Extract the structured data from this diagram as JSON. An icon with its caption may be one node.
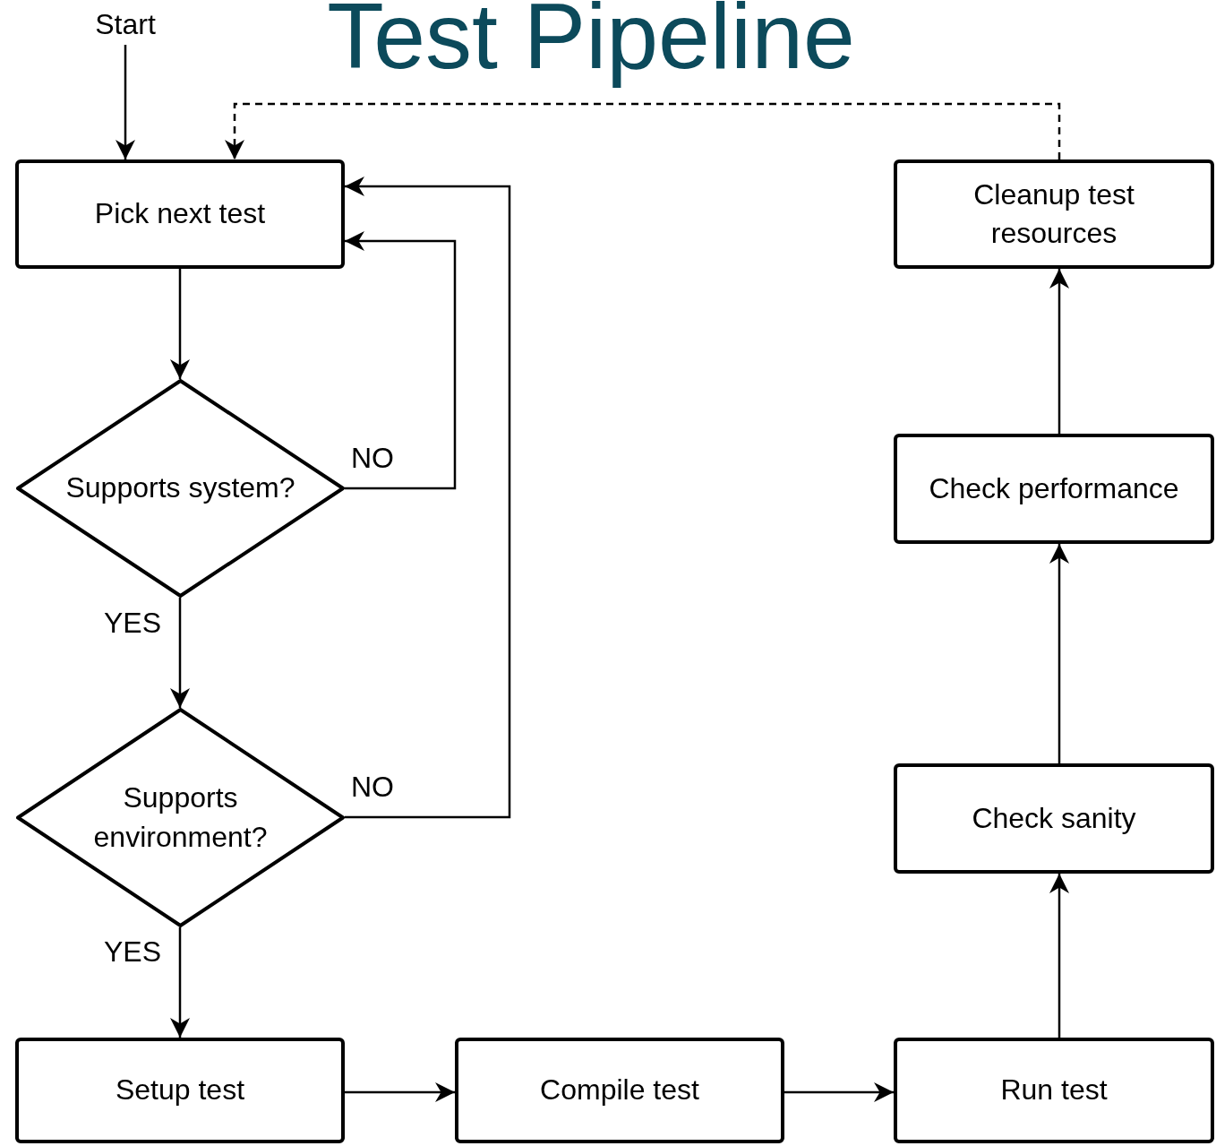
{
  "diagram": {
    "title": "Test Pipeline",
    "nodes": [
      {
        "text": [
          "Start"
        ]
      },
      {
        "text": [
          "Pick next test"
        ]
      },
      {
        "text": [
          "Supports system?"
        ]
      },
      {
        "text": [
          "Supports environment?"
        ]
      },
      {
        "text": [
          "Setup test"
        ]
      },
      {
        "text": [
          "Compile test"
        ]
      },
      {
        "text": [
          "Run test"
        ]
      },
      {
        "text": [
          "Check sanity"
        ]
      },
      {
        "text": [
          "Check performance"
        ]
      },
      {
        "text": [
          "Cleanup test resources"
        ]
      }
    ],
    "edges": [
      {
        "from": 0,
        "to": 1,
        "arrow": "to"
      },
      {
        "from": 1,
        "to": 2,
        "arrow": "to"
      },
      {
        "from": 2,
        "to": 1,
        "arrow": "to",
        "label": "NO"
      },
      {
        "from": 2,
        "to": 3,
        "arrow": "to",
        "label": "YES"
      },
      {
        "from": 3,
        "to": 1,
        "arrow": "to",
        "label": "NO"
      },
      {
        "from": 3,
        "to": 4,
        "arrow": "to",
        "label": "YES"
      },
      {
        "from": 4,
        "to": 5,
        "arrow": "to"
      },
      {
        "from": 5,
        "to": 6,
        "arrow": "to"
      },
      {
        "from": 6,
        "to": 7,
        "arrow": "to"
      },
      {
        "from": 7,
        "to": 8,
        "arrow": "to"
      },
      {
        "from": 8,
        "to": 9,
        "arrow": "to"
      },
      {
        "from": 9,
        "to": 1,
        "arrow": "to",
        "style": "dashed"
      }
    ]
  }
}
